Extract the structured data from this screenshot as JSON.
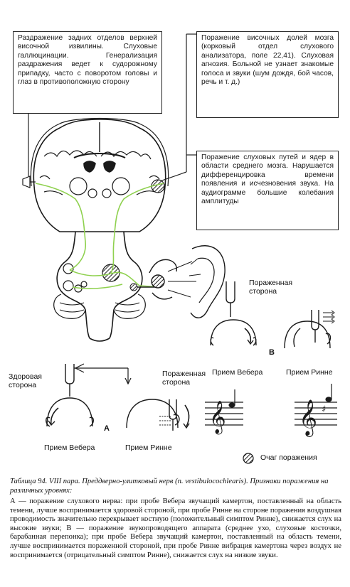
{
  "boxes": {
    "top_left": "Раздражение задних отделов верхней височной извилины. Слуховые галлюцинации. Генерализация раздражения ведет к судорожному припадку, часто с поворотом головы и глаз в противоположную сторону",
    "top_right": "Поражение височных долей мозга (корковый отдел слухового анализатора, поле 22,41). Слуховая агнозия. Больной не узнает знакомые голоса и звуки (шум дождя, бой часов, речь и т. д.)",
    "middle_right": "Поражение слуховых путей и ядер в области среднего мозга. Нарушается дифференцировка времени появления и исчезновения звука. На аудиограмме большие колебания амплитуды"
  },
  "labels": {
    "affected_side_right": "Пораженная сторона",
    "healthy_side": "Здоровая сторона",
    "affected_side_left": "Пораженная сторона",
    "letter_b": "В",
    "letter_a": "А",
    "weber_right": "Прием Вебера",
    "rinne_right": "Прием Ринне",
    "weber_left": "Прием Вебера",
    "rinne_left": "Прием Ринне",
    "legend": "Очаг поражения"
  },
  "caption": {
    "title": "Таблица 94. VIII пара. Преддверно-улитковый нерв (n. vestibulocochlearis). Признаки поражения на различных уровнях:",
    "body": "А — поражение слухового нерва: при пробе Вебера звучащий камертон, поставленный на область темени, лучше воспринимается здоровой стороной, при пробе Ринне на стороне поражения воздушная проводимость значительно перекрывает костную (положительный симптом Ринне), снижается слух на высокие звуки; В — поражение звукопроводящего аппарата (среднее ухо, слуховые косточки, барабанная перепонка); при пробе Вебера звучащий камертон, поставленный на область темени, лучше воспринимается пораженной стороной, при пробе Ринне вибрация камертона через воздух не воспринимается (отрицательный симптом Ринне), снижается слух на низкие звуки."
  },
  "colors": {
    "pathway": "#8fd14f",
    "ink": "#1a1a1a",
    "lesion": "#333333"
  }
}
